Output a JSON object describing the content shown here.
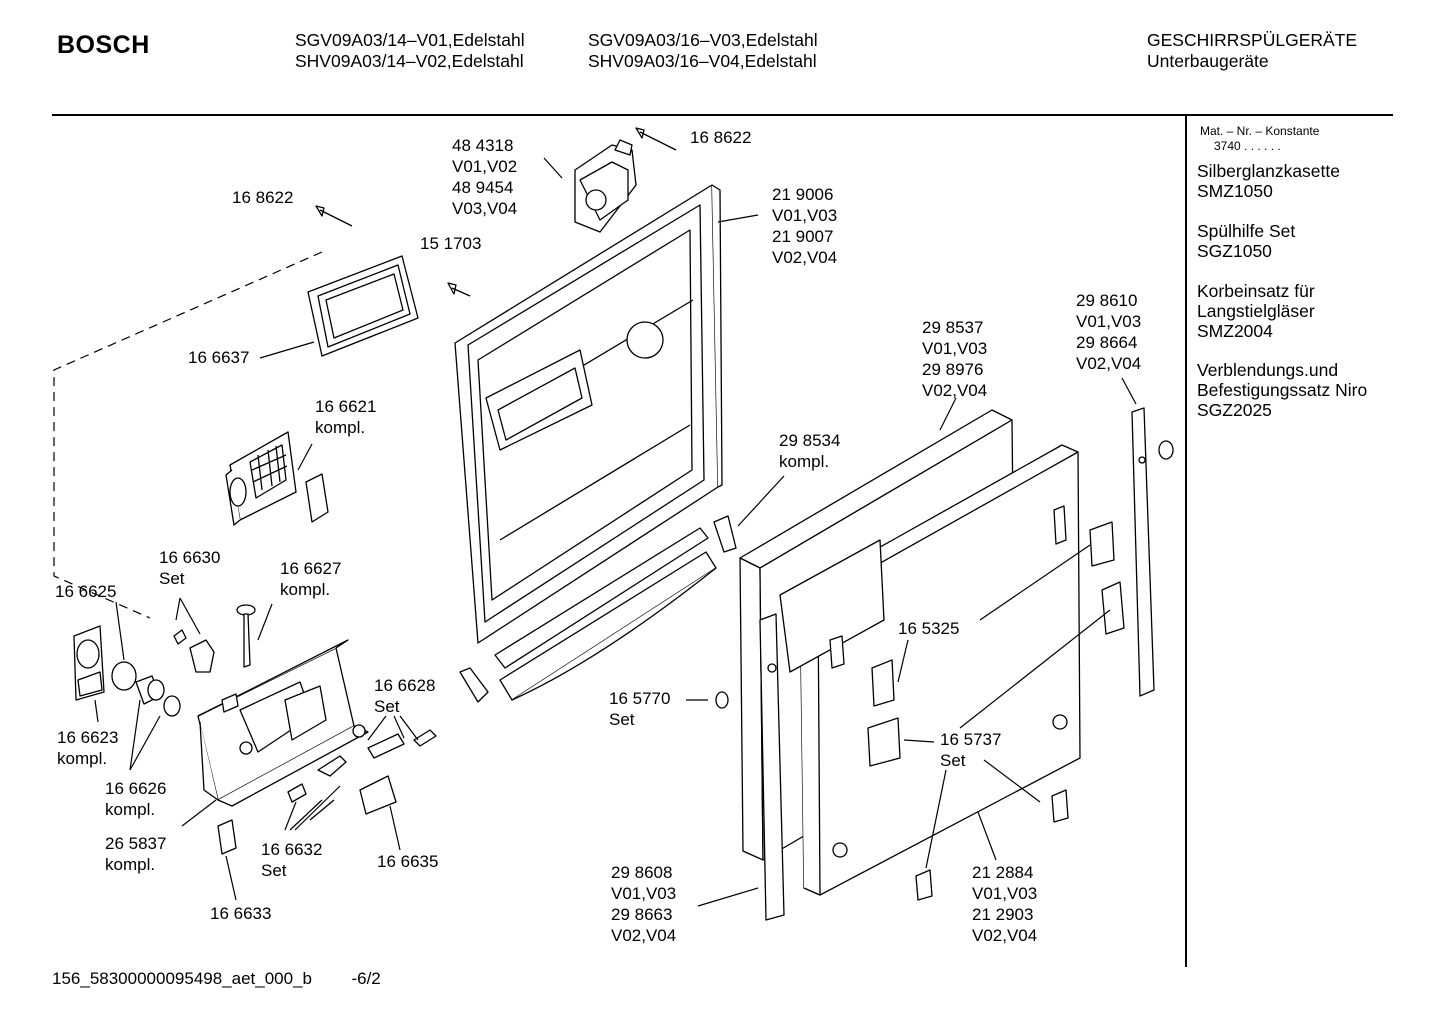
{
  "header": {
    "brand": "BOSCH",
    "models_col1": [
      "SGV09A03/14–V01,Edelstahl",
      "SHV09A03/14–V02,Edelstahl"
    ],
    "models_col2": [
      "SGV09A03/16–V03,Edelstahl",
      "SHV09A03/16–V04,Edelstahl"
    ],
    "category": "GESCHIRRSPÜLGERÄTE",
    "subcategory": "Unterbaugeräte"
  },
  "sidebar": {
    "mat_title": "Mat. – Nr. – Konstante",
    "mat_value": "3740 . . . . . .",
    "accessories": [
      {
        "lines": [
          "Silberglanzkasette",
          "SMZ1050"
        ]
      },
      {
        "lines": [
          "Spülhilfe Set",
          "SGZ1050"
        ]
      },
      {
        "lines": [
          "Korbeinsatz für",
          "Langstielgläser",
          "SMZ2004"
        ]
      },
      {
        "lines": [
          "Verblendungs.und",
          "Befestigungssatz Niro",
          "SGZ2025"
        ]
      }
    ]
  },
  "callouts": [
    {
      "id": "c-484318",
      "lines": [
        "48 4318",
        "V01,V02",
        "48 9454",
        "V03,V04"
      ]
    },
    {
      "id": "c-168622-top",
      "lines": [
        "16 8622"
      ]
    },
    {
      "id": "c-168622-left",
      "lines": [
        "16 8622"
      ]
    },
    {
      "id": "c-219006",
      "lines": [
        "21 9006",
        "V01,V03",
        "21 9007",
        "V02,V04"
      ]
    },
    {
      "id": "c-151703",
      "lines": [
        "15 1703"
      ]
    },
    {
      "id": "c-166637",
      "lines": [
        "16 6637"
      ]
    },
    {
      "id": "c-166621",
      "lines": [
        "16 6621",
        "kompl."
      ]
    },
    {
      "id": "c-298610",
      "lines": [
        "29 8610",
        "V01,V03",
        "29 8664",
        "V02,V04"
      ]
    },
    {
      "id": "c-298537",
      "lines": [
        "29 8537",
        "V01,V03",
        "29 8976",
        "V02,V04"
      ]
    },
    {
      "id": "c-298534",
      "lines": [
        "29 8534",
        "kompl."
      ]
    },
    {
      "id": "c-166630",
      "lines": [
        "16 6630",
        "Set"
      ]
    },
    {
      "id": "c-166627",
      "lines": [
        "16 6627",
        "kompl."
      ]
    },
    {
      "id": "c-166625",
      "lines": [
        "16 6625"
      ]
    },
    {
      "id": "c-166628",
      "lines": [
        "16 6628",
        "Set"
      ]
    },
    {
      "id": "c-165325",
      "lines": [
        "16 5325"
      ]
    },
    {
      "id": "c-165770",
      "lines": [
        "16 5770",
        "Set"
      ]
    },
    {
      "id": "c-165737",
      "lines": [
        "16 5737",
        "Set"
      ]
    },
    {
      "id": "c-166623",
      "lines": [
        "16 6623",
        "kompl."
      ]
    },
    {
      "id": "c-166626",
      "lines": [
        "16 6626",
        "kompl."
      ]
    },
    {
      "id": "c-265837",
      "lines": [
        "26 5837",
        "kompl."
      ]
    },
    {
      "id": "c-166632",
      "lines": [
        "16 6632",
        "Set"
      ]
    },
    {
      "id": "c-166635",
      "lines": [
        "16 6635"
      ]
    },
    {
      "id": "c-166633",
      "lines": [
        "16 6633"
      ]
    },
    {
      "id": "c-298608",
      "lines": [
        "29 8608",
        "V01,V03",
        "29 8663",
        "V02,V04"
      ]
    },
    {
      "id": "c-212884",
      "lines": [
        "21 2884",
        "V01,V03",
        "21 2903",
        "V02,V04"
      ]
    }
  ],
  "footer": {
    "doc_id": "156_58300000095498_aet_000_b",
    "page": "-6/2"
  }
}
